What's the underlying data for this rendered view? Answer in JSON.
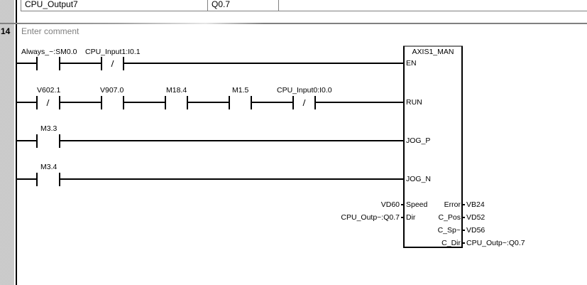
{
  "symbol_table_row": {
    "symbol": "CPU_Output7",
    "address": "Q0.7"
  },
  "network": {
    "number": "14",
    "comment_placeholder": "Enter comment"
  },
  "rungs": [
    {
      "contacts": [
        {
          "label": "Always_~:SM0.0",
          "type": "NO"
        },
        {
          "label": "CPU_Input1:I0.1",
          "type": "NC"
        }
      ],
      "pin": "EN"
    },
    {
      "contacts": [
        {
          "label": "V602.1",
          "type": "NC"
        },
        {
          "label": "V907.0",
          "type": "NO"
        },
        {
          "label": "M18.4",
          "type": "NO"
        },
        {
          "label": "M1.5",
          "type": "NO"
        },
        {
          "label": "CPU_Input0:I0.0",
          "type": "NC"
        }
      ],
      "pin": "RUN"
    },
    {
      "contacts": [
        {
          "label": "M3.3",
          "type": "NO"
        }
      ],
      "pin": "JOG_P"
    },
    {
      "contacts": [
        {
          "label": "M3.4",
          "type": "NO"
        }
      ],
      "pin": "JOG_N"
    }
  ],
  "function_block": {
    "name": "AXIS1_MAN",
    "inputs": [
      {
        "pin": "EN"
      },
      {
        "pin": "RUN"
      },
      {
        "pin": "JOG_P"
      },
      {
        "pin": "JOG_N"
      },
      {
        "pin": "Speed",
        "operand": "VD60"
      },
      {
        "pin": "Dir",
        "operand": "CPU_Outp~:Q0.7"
      }
    ],
    "outputs": [
      {
        "pin": "Error",
        "operand": "VB24"
      },
      {
        "pin": "C_Pos",
        "operand": "VD52"
      },
      {
        "pin": "C_Sp~",
        "operand": "VD56"
      },
      {
        "pin": "C_Dir",
        "operand": "CPU_Outp~:Q0.7"
      }
    ]
  },
  "contact_glyphs": {
    "NC": "/"
  }
}
